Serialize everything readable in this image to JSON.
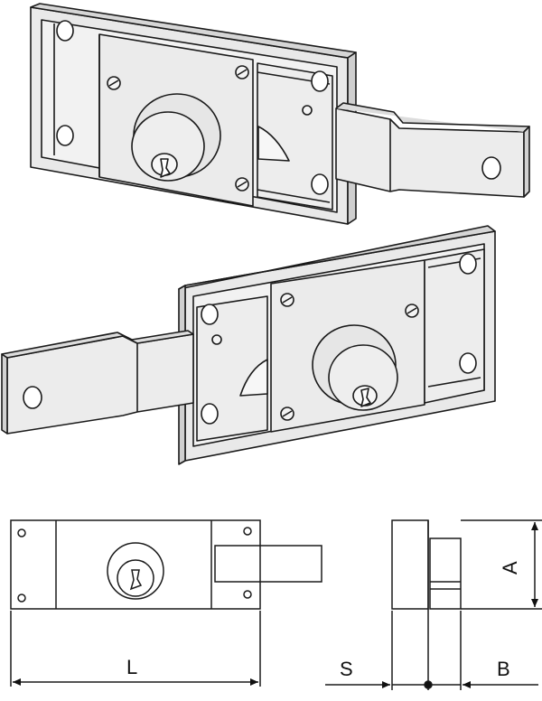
{
  "figure": {
    "views": [
      "lock-right-hand-isometric",
      "lock-left-hand-isometric",
      "front-elevation",
      "side-elevation"
    ],
    "colors": {
      "body": "#e6e6e6",
      "face": "#efefef",
      "stroke": "#1a1a1a",
      "hole": "#ffffff"
    }
  },
  "dimensions": {
    "L": "L",
    "S": "S",
    "A": "A",
    "B": "B"
  }
}
